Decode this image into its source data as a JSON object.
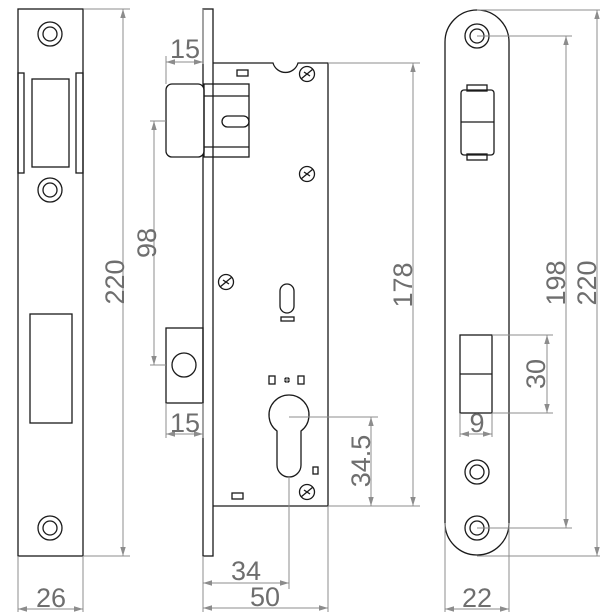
{
  "drawing": {
    "title": "Mortise lock technical drawing",
    "colors": {
      "outline": "#1a1a1a",
      "dimension": "#8c8c8c",
      "dimension_text": "#6e6e6e",
      "background": "#ffffff"
    },
    "views": {
      "faceplate": {
        "dimensions": {
          "width": "26",
          "height": "220"
        }
      },
      "lock_body": {
        "dimensions": {
          "latch_projection": "15",
          "latch_to_bolt": "98",
          "bolt_projection": "15",
          "body_height": "178",
          "cylinder_to_bottom": "34.5",
          "backset": "34",
          "depth": "50"
        }
      },
      "strike_plate": {
        "dimensions": {
          "hole_spacing": "198",
          "height": "220",
          "bolt_opening_height": "30",
          "bolt_opening_width": "9",
          "width": "22"
        }
      }
    }
  }
}
